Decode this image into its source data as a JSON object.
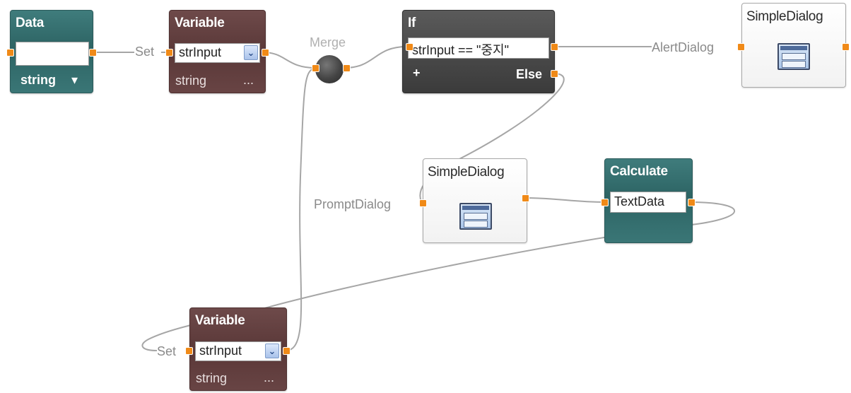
{
  "data_node": {
    "title": "Data",
    "value": "",
    "type_label": "string",
    "type_arrow": "▾"
  },
  "var_top": {
    "title": "Variable",
    "var_name": "strInput",
    "type_label": "string",
    "more": "..."
  },
  "merge": {
    "label": "Merge"
  },
  "if_node": {
    "title": "If",
    "condition": "strInput == \"중지\"",
    "add_label": "+",
    "else_label": "Else"
  },
  "dialog_top": {
    "title": "SimpleDialog"
  },
  "dialog_mid": {
    "title": "SimpleDialog"
  },
  "calc_node": {
    "title": "Calculate",
    "field": "TextData"
  },
  "var_bottom": {
    "title": "Variable",
    "var_name": "strInput",
    "type_label": "string",
    "more": "..."
  },
  "labels": {
    "set_top": "Set",
    "set_bottom": "Set",
    "alert": "AlertDialog",
    "prompt": "PromptDialog"
  },
  "colors": {
    "port": "#f08a18",
    "wire": "#a6a6a6",
    "teal": "#2d6464",
    "maroon": "#5a3838"
  }
}
